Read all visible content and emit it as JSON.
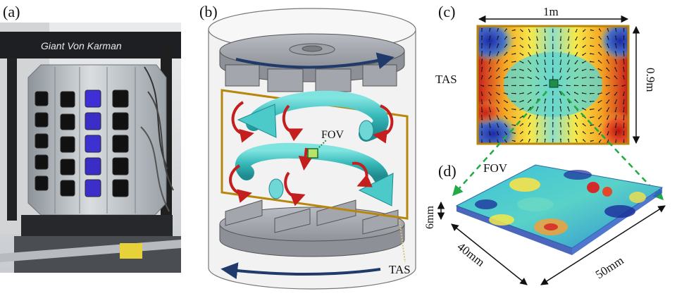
{
  "figure": {
    "panels": {
      "a": {
        "label": "(a)",
        "photo_text": "Giant Von Karman"
      },
      "b": {
        "label": "(b)",
        "fov_label": "FOV",
        "tas_label": "TAS"
      },
      "c": {
        "label": "(c)",
        "width_label": "1m",
        "height_label": "0.9m",
        "tas_label": "TAS"
      },
      "d": {
        "label": "(d)",
        "fov_label": "FOV",
        "depth_label": "6mm",
        "y_label": "40mm",
        "x_label": "50mm"
      }
    },
    "colors": {
      "frame_gold": "#b8860b",
      "flow_blue": "#1f3a6b",
      "vortex_red": "#c41e1e",
      "tube_teal": "#3fc3c3",
      "fov_green": "#1e8c4a",
      "dashed_green": "#22aa44"
    }
  }
}
